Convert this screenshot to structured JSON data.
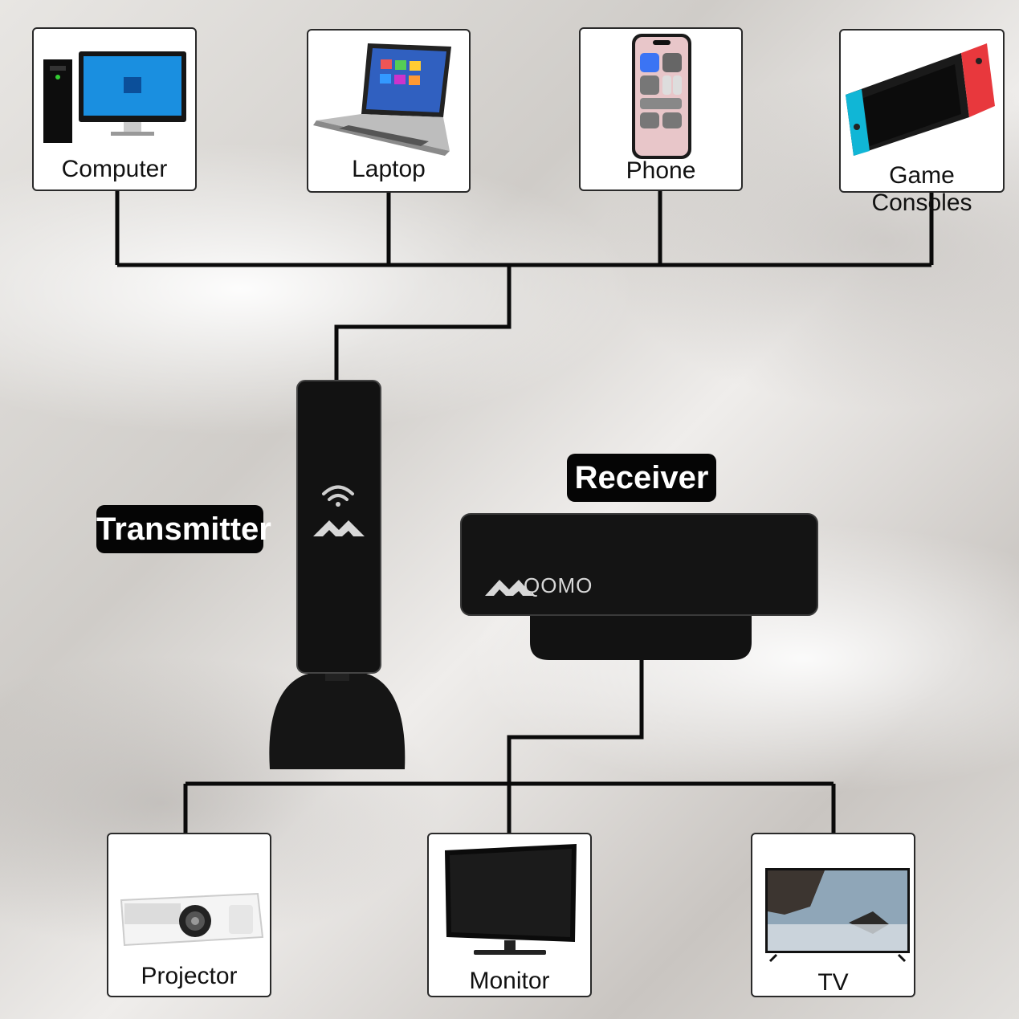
{
  "sources": [
    {
      "label": "Computer",
      "icon": "computer-icon"
    },
    {
      "label": "Laptop",
      "icon": "laptop-icon"
    },
    {
      "label": "Phone",
      "icon": "phone-icon"
    },
    {
      "label": "Game Consoles",
      "icon": "game-console-icon"
    }
  ],
  "transmitter": {
    "label": "Transmitter"
  },
  "receiver": {
    "label": "Receiver",
    "brand": "QOMO"
  },
  "outputs": [
    {
      "label": "Projector",
      "icon": "projector-icon"
    },
    {
      "label": "Monitor",
      "icon": "monitor-icon"
    },
    {
      "label": "TV",
      "icon": "tv-icon"
    }
  ],
  "colors": {
    "wire": "#0a0a0a",
    "device": "#111111",
    "tag": "#050505"
  }
}
